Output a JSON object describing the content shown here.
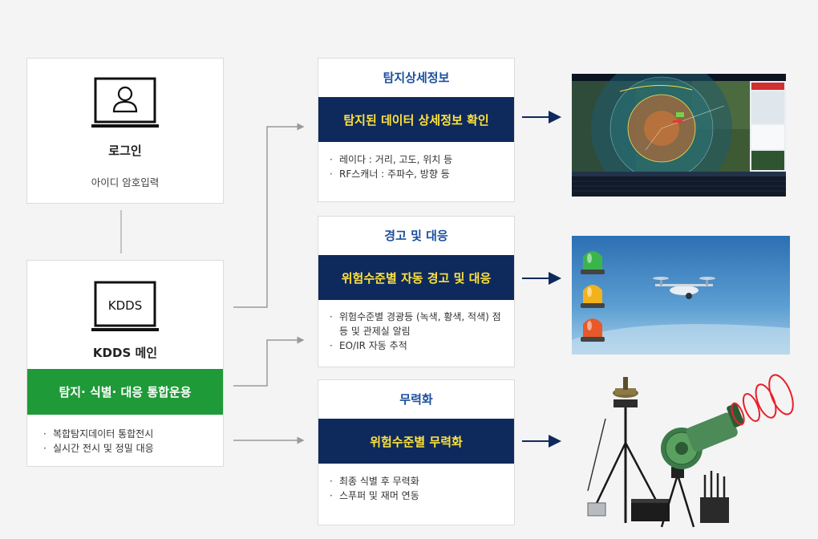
{
  "login": {
    "title": "로그인",
    "subtitle": "아이디 암호입력"
  },
  "main": {
    "screen_label": "KDDS",
    "title": "KDDS 메인",
    "banner": "탐지· 식별· 대응 통합운용",
    "bullets": [
      "복합탐지데이터 통합전시",
      "실시간 전시 및 정밀 대응"
    ]
  },
  "detail": {
    "title": "탐지상세정보",
    "banner": "탐지된 데이터 상세정보 확인",
    "bullets": [
      "레이다 : 거리, 고도, 위치 등",
      "RF스캐너 : 주파수, 방향 등"
    ]
  },
  "warning": {
    "title": "경고 및 대응",
    "banner": "위험수준별 자동 경고 및 대응",
    "bullets": [
      "위험수준별 경광등 (녹색, 황색, 적색) 점등 및 관제실 알림",
      "EO/IR 자동 추적"
    ]
  },
  "neutralize": {
    "title": "무력화",
    "banner": "위험수준별 무력화",
    "bullets": [
      "최종 식별 후 무력화",
      "스푸퍼 및 재머 연동"
    ]
  },
  "colors": {
    "navy": "#0e2a5c",
    "green": "#1f9a38",
    "title_blue": "#1a4f9e",
    "banner_text": "#ffe23d",
    "connector": "#9a9a9a",
    "arrow": "#0e2a5c"
  },
  "lights": [
    "#3bb54a",
    "#f2b21b",
    "#e8592a"
  ]
}
